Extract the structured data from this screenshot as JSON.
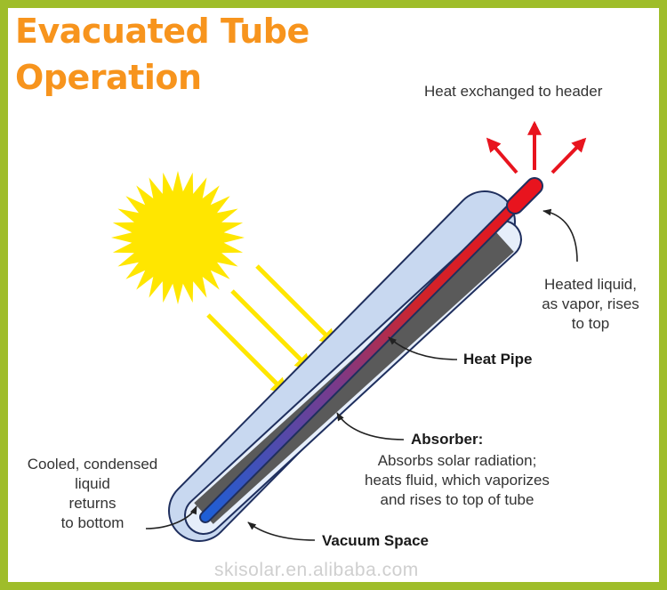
{
  "title": {
    "line1": "Evacuated Tube",
    "line2": "Operation"
  },
  "labels": {
    "heat_exchanged": "Heat exchanged to header",
    "heated_liquid": [
      "Heated liquid,",
      "as vapor, rises",
      "to top"
    ],
    "heat_pipe": "Heat Pipe",
    "absorber_title": "Absorber:",
    "absorber_desc": [
      "Absorbs solar radiation;",
      "heats fluid, which vaporizes",
      "and rises to top of tube"
    ],
    "cooled": [
      "Cooled, condensed",
      "liquid",
      "returns",
      "to bottom"
    ],
    "vacuum_space": "Vacuum Space"
  },
  "watermark": "skisolar.en.alibaba.com",
  "colors": {
    "border": "#9fbd2a",
    "title": "#f7941d",
    "sun": "#ffe600",
    "sun_rays": "#ffe600",
    "glass": "#c8d8f0",
    "glass_outline": "#1f2f5e",
    "absorber": "#5a5a5a",
    "heat_pipe_hot": "#e8141e",
    "heat_pipe_cold": "#1e5fd6",
    "heat_arrows": "#e8141e"
  },
  "icons": [
    "sun-icon"
  ]
}
